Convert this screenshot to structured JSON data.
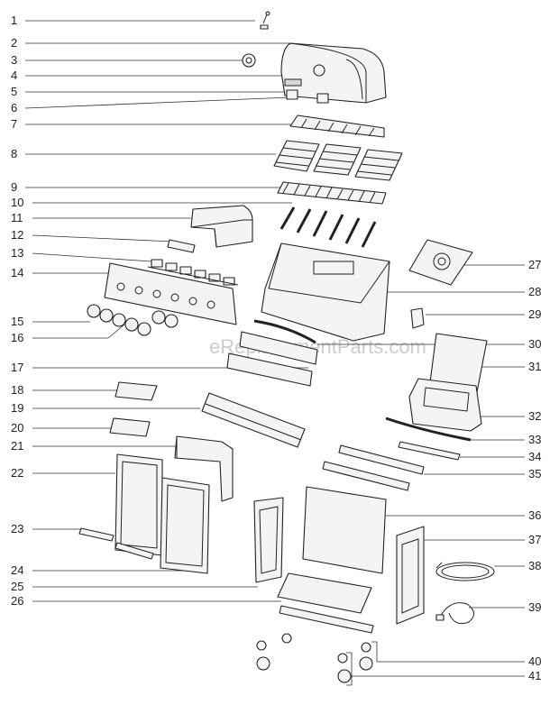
{
  "watermark": "eReplacementParts.com",
  "callouts": {
    "n1": "1",
    "n2": "2",
    "n3": "3",
    "n4": "4",
    "n5": "5",
    "n6": "6",
    "n7": "7",
    "n8": "8",
    "n9": "9",
    "n10": "10",
    "n11": "11",
    "n12": "12",
    "n13": "13",
    "n14": "14",
    "n15": "15",
    "n16": "16",
    "n17": "17",
    "n18": "18",
    "n19": "19",
    "n20": "20",
    "n21": "21",
    "n22": "22",
    "n23": "23",
    "n24": "24",
    "n25": "25",
    "n26": "26",
    "n27": "27",
    "n28": "28",
    "n29": "29",
    "n30": "30",
    "n31": "31",
    "n32": "32",
    "n33": "33",
    "n34": "34",
    "n35": "35",
    "n36": "36",
    "n37": "37",
    "n38": "38",
    "n39": "39",
    "n40": "40",
    "n41": "41"
  }
}
